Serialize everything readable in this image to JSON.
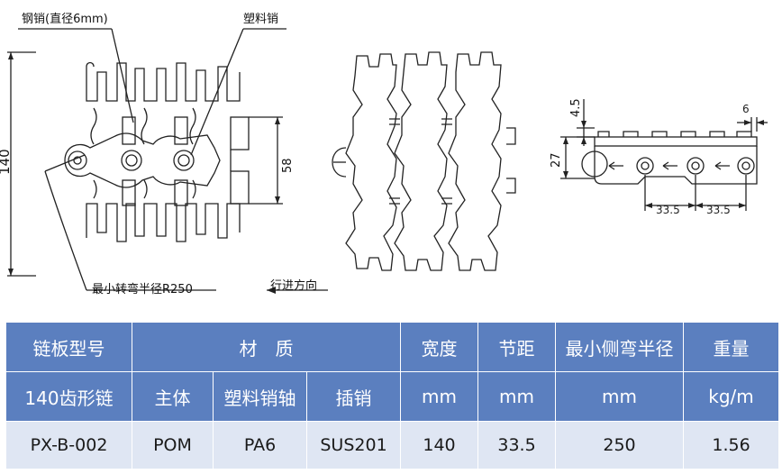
{
  "labels": {
    "steel_pin": "钢销(直径6mm)",
    "plastic_pin": "塑料销",
    "min_turn_radius": "最小转弯半径R250",
    "direction": "行进方向"
  },
  "dimensions": {
    "width": "140",
    "pin_span": "58",
    "height": "27",
    "top_thickness": "4.5",
    "edge": "6",
    "pitch_a": "33.5",
    "pitch_b": "33.5"
  },
  "table": {
    "header": {
      "model": "链板型号",
      "material": "材　质",
      "width": "宽度",
      "pitch": "节距",
      "side_radius": "最小侧弯半径",
      "weight": "重量"
    },
    "sub": {
      "type": "140齿形链",
      "body": "主体",
      "plastic_pin_shaft": "塑料销轴",
      "insert_pin": "插销",
      "width_unit": "mm",
      "pitch_unit": "mm",
      "radius_unit": "mm",
      "weight_unit": "kg/m"
    },
    "row": {
      "model": "PX-B-002",
      "body": "POM",
      "plastic_pin_shaft": "PA6",
      "insert_pin": "SUS201",
      "width": "140",
      "pitch": "33.5",
      "side_radius": "250",
      "weight": "1.56"
    }
  },
  "colors": {
    "header_bg": "#5b7fbf",
    "row_bg": "#dfe6f3",
    "line": "#222222"
  }
}
